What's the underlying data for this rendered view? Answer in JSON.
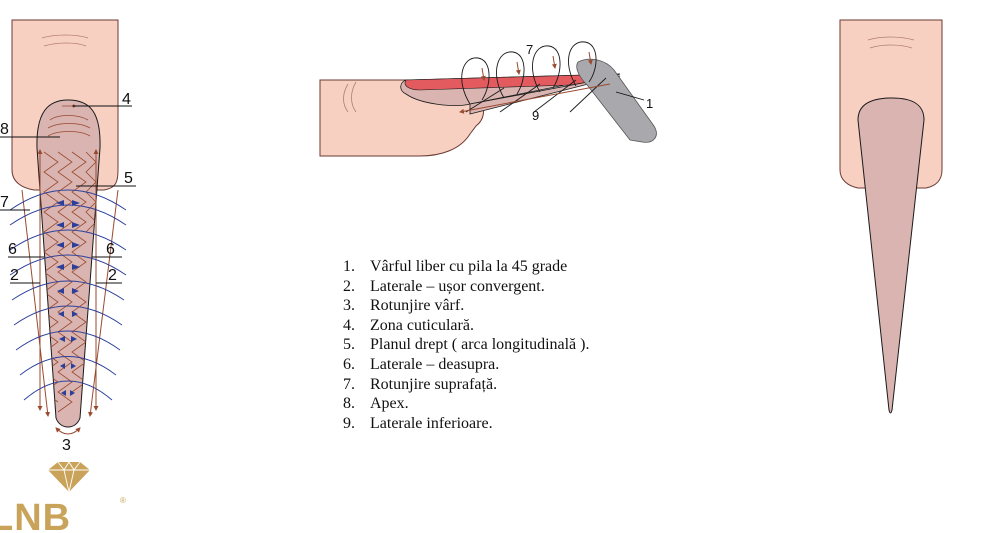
{
  "colors": {
    "skin": "#f7d0c2",
    "skin_outline": "#6b3a32",
    "nail": "#d9b4b1",
    "nail_outline": "#1a1a1a",
    "arrow_brown": "#9a4a2e",
    "arc_blue": "#2b3f9a",
    "polish_red": "#e35a5f",
    "file_grey": "#a9a9ad",
    "logo_gold": "#c9a35a"
  },
  "left_figure": {
    "labels": {
      "l4": "4",
      "l8": "8",
      "l5": "5",
      "l7": "7",
      "l6_left": "6",
      "l6_right": "6",
      "l2_left": "2",
      "l2_right": "2",
      "l3": "3"
    }
  },
  "middle_figure": {
    "labels": {
      "l7": "7",
      "l9": "9",
      "l1": "1"
    }
  },
  "steps": [
    {
      "num": "1.",
      "text": "Vârful liber cu pila la 45 grade"
    },
    {
      "num": "2.",
      "text": "Laterale – ușor convergent."
    },
    {
      "num": "3.",
      "text": "Rotunjire vârf."
    },
    {
      "num": "4.",
      "text": "Zona cuticulară."
    },
    {
      "num": "5.",
      "text": "Planul drept ( arca longitudinală )."
    },
    {
      "num": "6.",
      "text": "Laterale – deasupra."
    },
    {
      "num": "7.",
      "text": "Rotunjire suprafață."
    },
    {
      "num": "8.",
      "text": "Apex."
    },
    {
      "num": "9.",
      "text": "Laterale inferioare."
    }
  ],
  "logo": {
    "text": "LNB",
    "mark": "®",
    "icon": "diamond-icon"
  }
}
